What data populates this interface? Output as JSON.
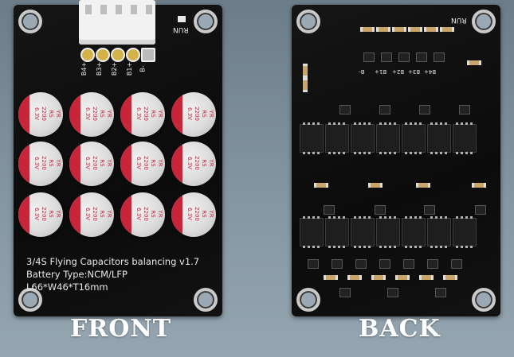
{
  "front": {
    "connector_labels": [
      "B4+",
      "B3+",
      "B2+",
      "B1+",
      "B-"
    ],
    "run_label": "RUN",
    "capacitor_text": [
      "YR",
      "RS",
      "2200",
      "6.3V"
    ],
    "silkscreen": [
      "3/4S Flying Capacitors balancing v1.7",
      "Battery Type:NCM/LFP",
      "L66*W46*T16mm"
    ],
    "caption": "FRONT"
  },
  "back": {
    "run_label": "RUN",
    "pad_labels": [
      "B-",
      "B1+",
      "B2+",
      "B3+",
      "B4+"
    ],
    "caption": "BACK"
  },
  "colors": {
    "board": "#101010",
    "capacitor_stripe": "#c8243a",
    "capacitor_body": "#dcdcdc",
    "silkscreen": "#e8e8e8",
    "background": "#7d8e9a"
  }
}
